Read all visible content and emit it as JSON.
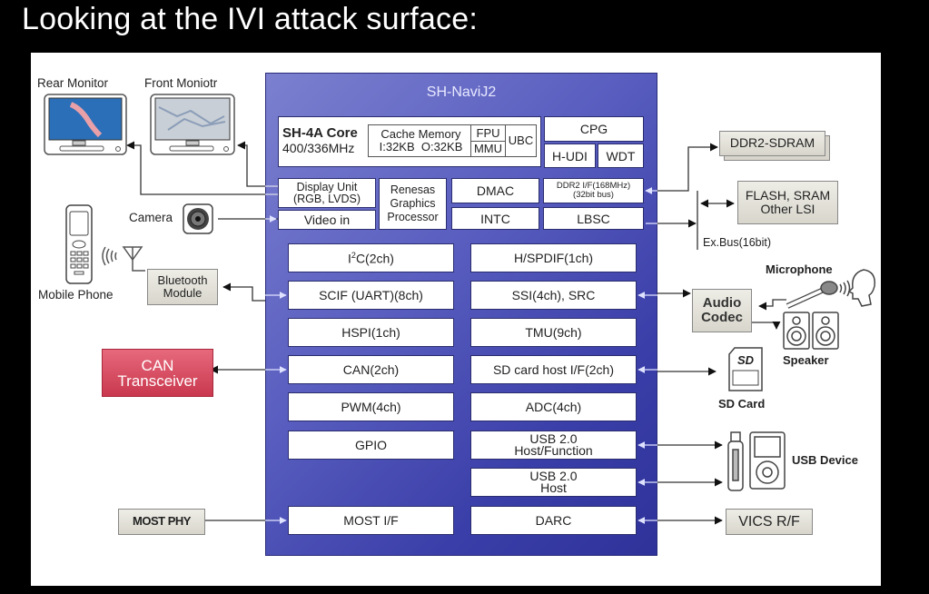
{
  "slide": {
    "title": "Looking at the IVI attack surface:"
  },
  "chip": {
    "name": "SH-NaviJ2",
    "core": {
      "title": "SH-4A Core",
      "freq": "400/336MHz",
      "cache_title": "Cache Memory",
      "cache_sizes": "I:32KB  O:32KB",
      "fpu": "FPU",
      "mmu": "MMU",
      "ubc": "UBC"
    },
    "cpg": "CPG",
    "hudi": "H-UDI",
    "wdt": "WDT",
    "display_unit": [
      "Display Unit",
      "(RGB, LVDS)"
    ],
    "video_in": "Video in",
    "graphics": [
      "Renesas",
      "Graphics",
      "Processor"
    ],
    "dmac": "DMAC",
    "intc": "INTC",
    "ddr2_if": [
      "DDR2 I/F(168MHz)",
      "(32bit bus)"
    ],
    "lbsc": "LBSC",
    "left_blocks": [
      "I²C(2ch)",
      "SCIF (UART)(8ch)",
      "HSPI(1ch)",
      "CAN(2ch)",
      "PWM(4ch)",
      "GPIO",
      "MOST I/F"
    ],
    "right_blocks": [
      "H/SPDIF(1ch)",
      "SSI(4ch), SRC",
      "TMU(9ch)",
      "SD card host I/F(2ch)",
      "ADC(4ch)",
      "USB 2.0|Host/Function",
      "USB 2.0|Host",
      "DARC"
    ]
  },
  "external": {
    "rear_monitor": "Rear Monitor",
    "front_monitor": "Front Moniotr",
    "camera": "Camera",
    "mobile_phone": "Mobile Phone",
    "bluetooth": [
      "Bluetooth",
      "Module"
    ],
    "can_transceiver": [
      "CAN",
      "Transceiver"
    ],
    "most_phy": "MOST PHY",
    "ddr2_sdram": "DDR2-SDRAM",
    "flash": [
      "FLASH, SRAM",
      "Other LSI"
    ],
    "ex_bus": "Ex.Bus(16bit)",
    "microphone": "Microphone",
    "audio_codec": [
      "Audio",
      "Codec"
    ],
    "speaker": "Speaker",
    "sd_card": "SD Card",
    "sd_logo": "SD",
    "usb_device": "USB Device",
    "vics": "VICS R/F"
  },
  "colors": {
    "chip_fill": "#4a4fb6",
    "can_fill": "#d24a5f",
    "ext_fill": "#e2e0d6"
  }
}
